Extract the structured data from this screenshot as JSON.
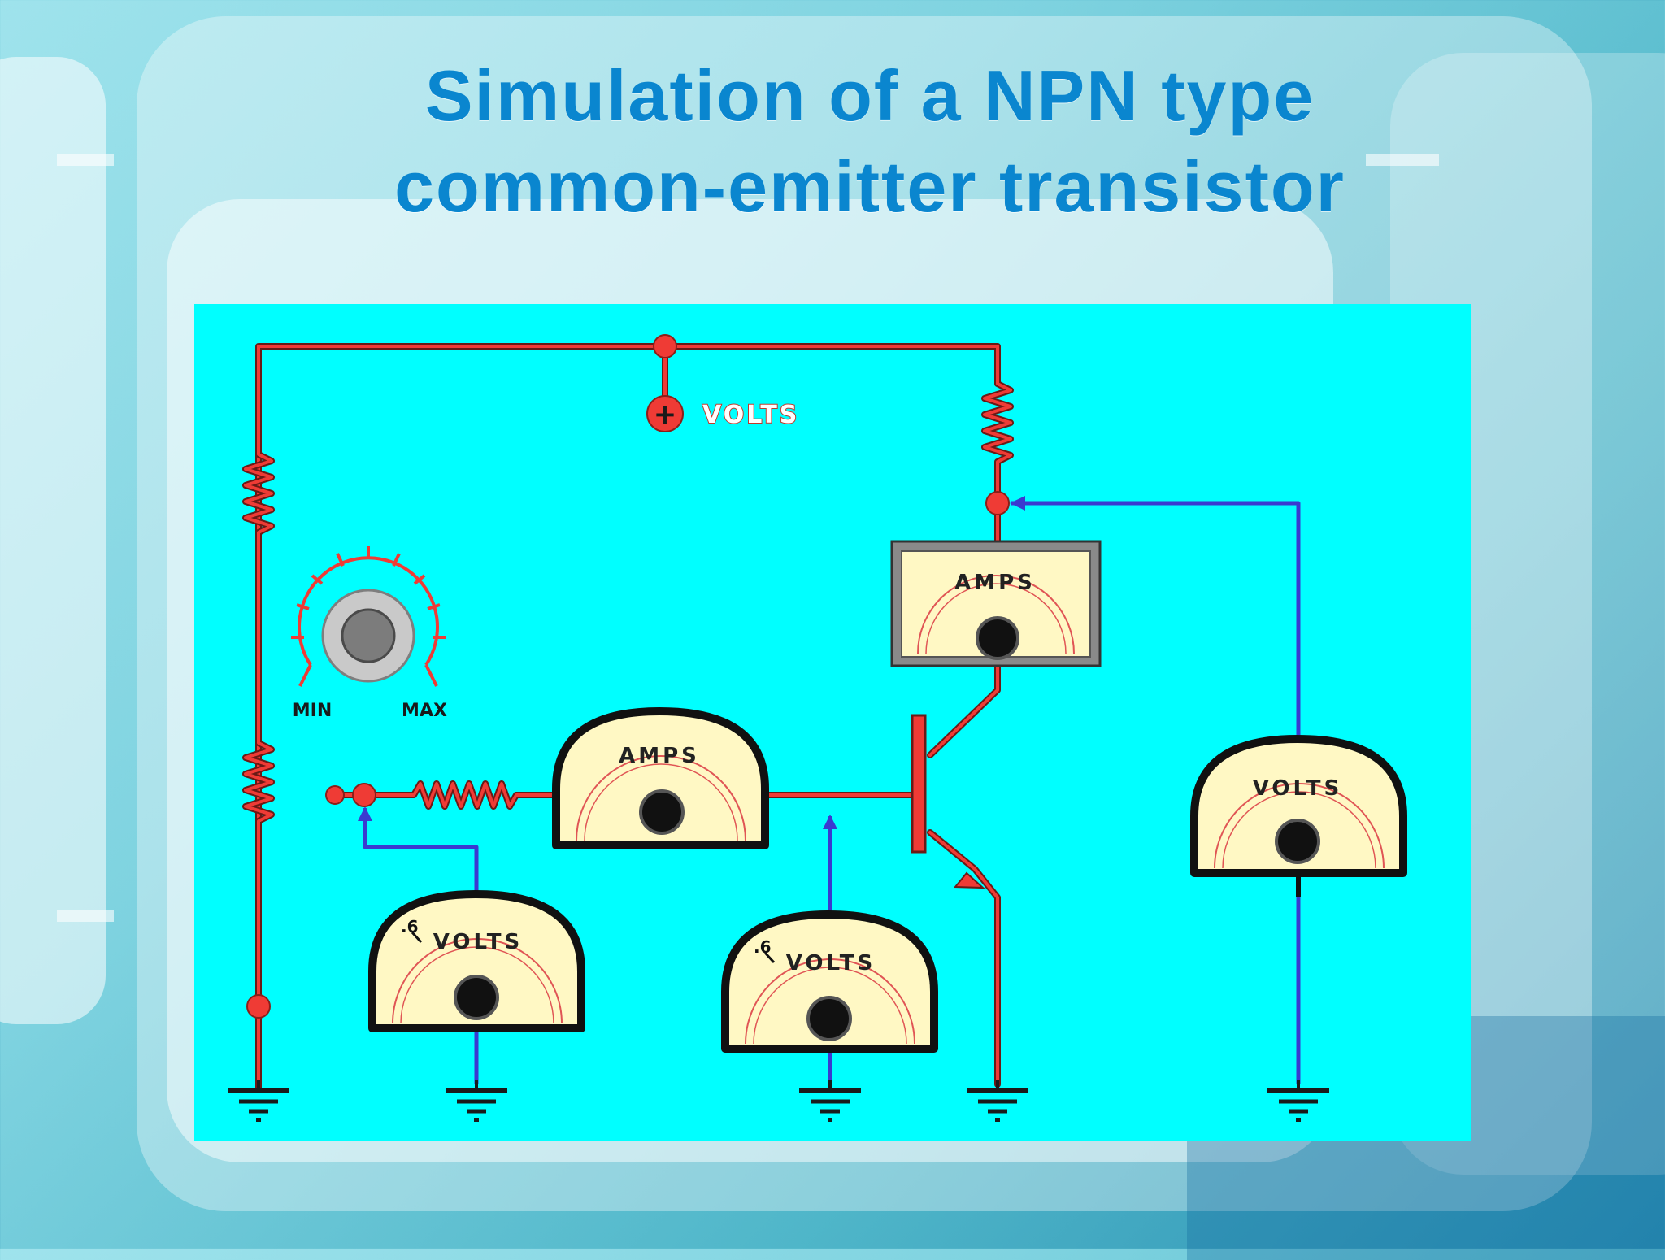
{
  "slide": {
    "title_line1": "Simulation of a NPN type",
    "title_line2": "common-emitter transistor"
  },
  "colors": {
    "title": "#0a86cf",
    "panel_background": "#00ffff",
    "wire_red": "#e8413a",
    "wire_blue": "#3a3ad0",
    "meter_face": "#fff8c4"
  },
  "circuit": {
    "supply_label": "VOLTS",
    "supply_symbol": "+",
    "knob": {
      "min_label": "MIN",
      "max_label": "MAX"
    },
    "meters": {
      "collector_ammeter": {
        "label": "AMPS"
      },
      "base_ammeter": {
        "label": "AMPS"
      },
      "input_voltmeter": {
        "label": "VOLTS",
        "scale_mark": ".6"
      },
      "base_voltmeter": {
        "label": "VOLTS",
        "scale_mark": ".6"
      },
      "collector_voltmeter": {
        "label": "VOLTS"
      }
    },
    "icons": [
      "knob-icon",
      "ground-icon",
      "resistor-icon",
      "transistor-icon",
      "needle-icon"
    ]
  }
}
